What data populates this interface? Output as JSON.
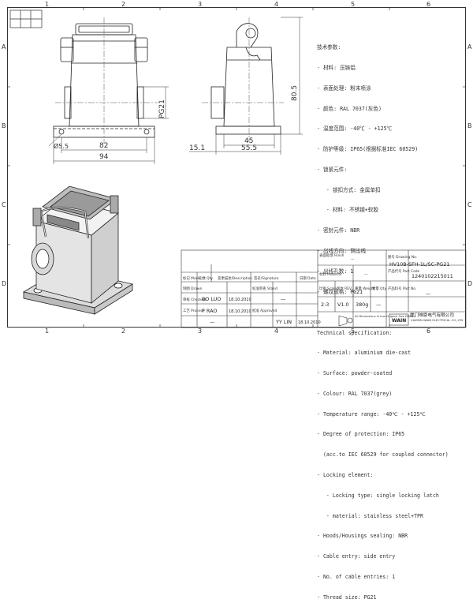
{
  "sheet": {
    "col_numbers": [
      "1",
      "2",
      "3",
      "4",
      "5",
      "6"
    ],
    "row_letters": [
      "A",
      "B",
      "C",
      "D"
    ]
  },
  "views": {
    "front": {
      "dims": {
        "hole": "Ø5.5",
        "inner": "82",
        "outer": "94",
        "side": "PG21"
      }
    },
    "side": {
      "dims": {
        "height": "80.5",
        "base1": "45",
        "base2": "55.5",
        "offset": "15.1"
      }
    }
  },
  "specs_cn": [
    "技术参数:",
    "- 材料: 压铸铝",
    "- 表面处理: 粉末喷涂",
    "- 颜色: RAL 7037(灰色)",
    "- 温度范围: -40℃ - +125℃",
    "- 防护等级: IP65(根据标准IEC 60529)",
    "- 锁紧元件:",
    "   - 锁扣方式: 金属单扣",
    "   - 材料: 不锈钢+软胶",
    "- 密封元件: NBR",
    "- 出线方向: 侧出线",
    "- 出线孔数: 1",
    "- 螺纹规格: PG21"
  ],
  "specs_en": [
    "Technical specification:",
    "- Material: aluminium die-cast",
    "- Surface: powder-coated",
    "- Colour: RAL 7037(grey)",
    "- Temperature range: -40℃ - +125℃",
    "- Degree of protection: IP65",
    "  (acc.to IEC 60529 for coupled connector)",
    "- Locking element:",
    "   - Locking type: single locking latch",
    "   - material: stainless steel+TPR",
    "- Hoods/Housings sealing: NBR",
    "- Cable entry: side entry",
    "- No. of cable entries: 1",
    "- Thread size: PG21"
  ],
  "title_block": {
    "finish_label": "表面处理 Finish",
    "finish_value": "—",
    "material_label": "材料 Material",
    "material_value": "—",
    "drawing_no_label": "图号 Drawing No.",
    "drawing_no_value": "HV10B-SFH-1L/SC-PG21",
    "part_code_label": "产品代号 Part Code",
    "part_code_value": "1240102215011",
    "part_no_label": "产品料号 Part No.",
    "part_no_value": "—",
    "scale_label": "比例 Scale",
    "scale_value": "2:3",
    "rev_label": "版本 REV.",
    "rev_value": "V1.0",
    "weight_label": "重量 Weight",
    "weight_value": "380g",
    "qty_label": "数量 Qty.",
    "qty_value": "—",
    "header_mark": "标记 Mark",
    "header_qty": "处数 Qty.",
    "header_desc": "变更描述/Description",
    "header_sig": "签名/Signature",
    "header_date": "日期 Date",
    "drawn_label": "制图 Drawn",
    "drawn_name": "BO LUO",
    "drawn_date": "18.10.2010",
    "checked_label": "审核 Checked",
    "checked_name": "P RAO",
    "checked_date": "18.10.2010",
    "process_label": "工艺 Process",
    "process_value": "—",
    "std_label": "标准审查 Stand",
    "std_value": "—",
    "approved_label": "批准 Approved",
    "approved_name": "YY LIN",
    "approved_date": "18.10.2010",
    "dim_note": "All Dimensions in mm Original Size DIN A 4",
    "company_cn": "厦门唯恩电气有限公司",
    "company_en": "XIAMEN WAIN ELECTRICAL CO.,LTD",
    "logo_text": "WAIN"
  }
}
